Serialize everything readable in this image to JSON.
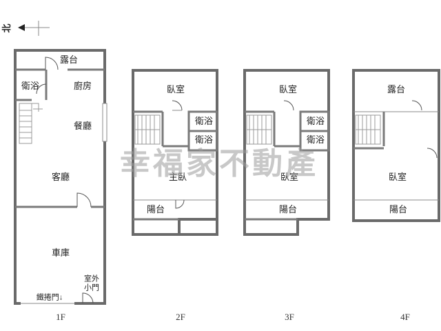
{
  "compass": {
    "label": "北"
  },
  "watermark": {
    "text": "幸福家不動產"
  },
  "floors": [
    {
      "label": "1F",
      "rooms": [
        "露台",
        "衛浴",
        "廚房",
        "餐廳",
        "客廳",
        "車庫"
      ],
      "notes": {
        "gate": "鐵捲門↓",
        "side_door_line1": "室外",
        "side_door_line2": "小門"
      }
    },
    {
      "label": "2F",
      "rooms": [
        "臥室",
        "衛浴",
        "衛浴",
        "主臥",
        "陽台"
      ]
    },
    {
      "label": "3F",
      "rooms": [
        "臥室",
        "衛浴",
        "衛浴",
        "臥室",
        "陽台"
      ]
    },
    {
      "label": "4F",
      "rooms": [
        "露台",
        "臥室",
        "陽台"
      ]
    }
  ]
}
